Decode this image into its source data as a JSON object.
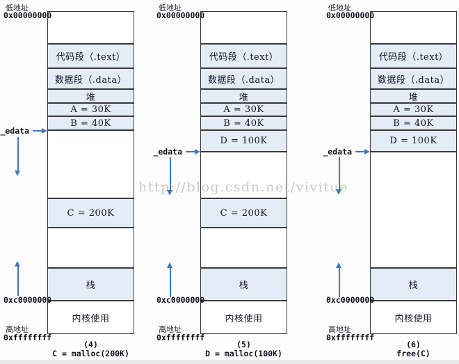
{
  "watermark": "http://blog.csdn.net/vivitue",
  "labels": {
    "low_addr": "低地址",
    "high_addr": "高地址",
    "addr_top": "0x00000000",
    "addr_mid": "0xc0000000",
    "addr_bottom": "0xffffffff",
    "edata": "_edata"
  },
  "colors": {
    "box_fill": "#e4ecf6",
    "border": "#3a3a3a",
    "arrow": "#4477bb",
    "watermark": "#c9c9c9"
  },
  "columns": [
    {
      "segments": [
        "",
        "代码段（.text）",
        "数据段（.data）",
        "堆",
        "A = 30K",
        "B = 40K",
        "",
        "C = 200K",
        "",
        "栈",
        "内核使用"
      ],
      "caption_line1": "(4)",
      "caption_line2": "C = malloc(200K)"
    },
    {
      "segments": [
        "",
        "代码段（.text）",
        "数据段（.data）",
        "堆",
        "A = 30K",
        "B = 40K",
        "D = 100K",
        "",
        "C = 200K",
        "",
        "栈",
        "内核使用"
      ],
      "caption_line1": "(5)",
      "caption_line2": "D = malloc(100K)"
    },
    {
      "segments": [
        "",
        "代码段（.text）",
        "数据段（.data）",
        "堆",
        "A = 30K",
        "B = 40K",
        "D = 100K",
        "",
        "栈",
        "内核使用"
      ],
      "caption_line1": "(6)",
      "caption_line2": "free(C)"
    }
  ]
}
